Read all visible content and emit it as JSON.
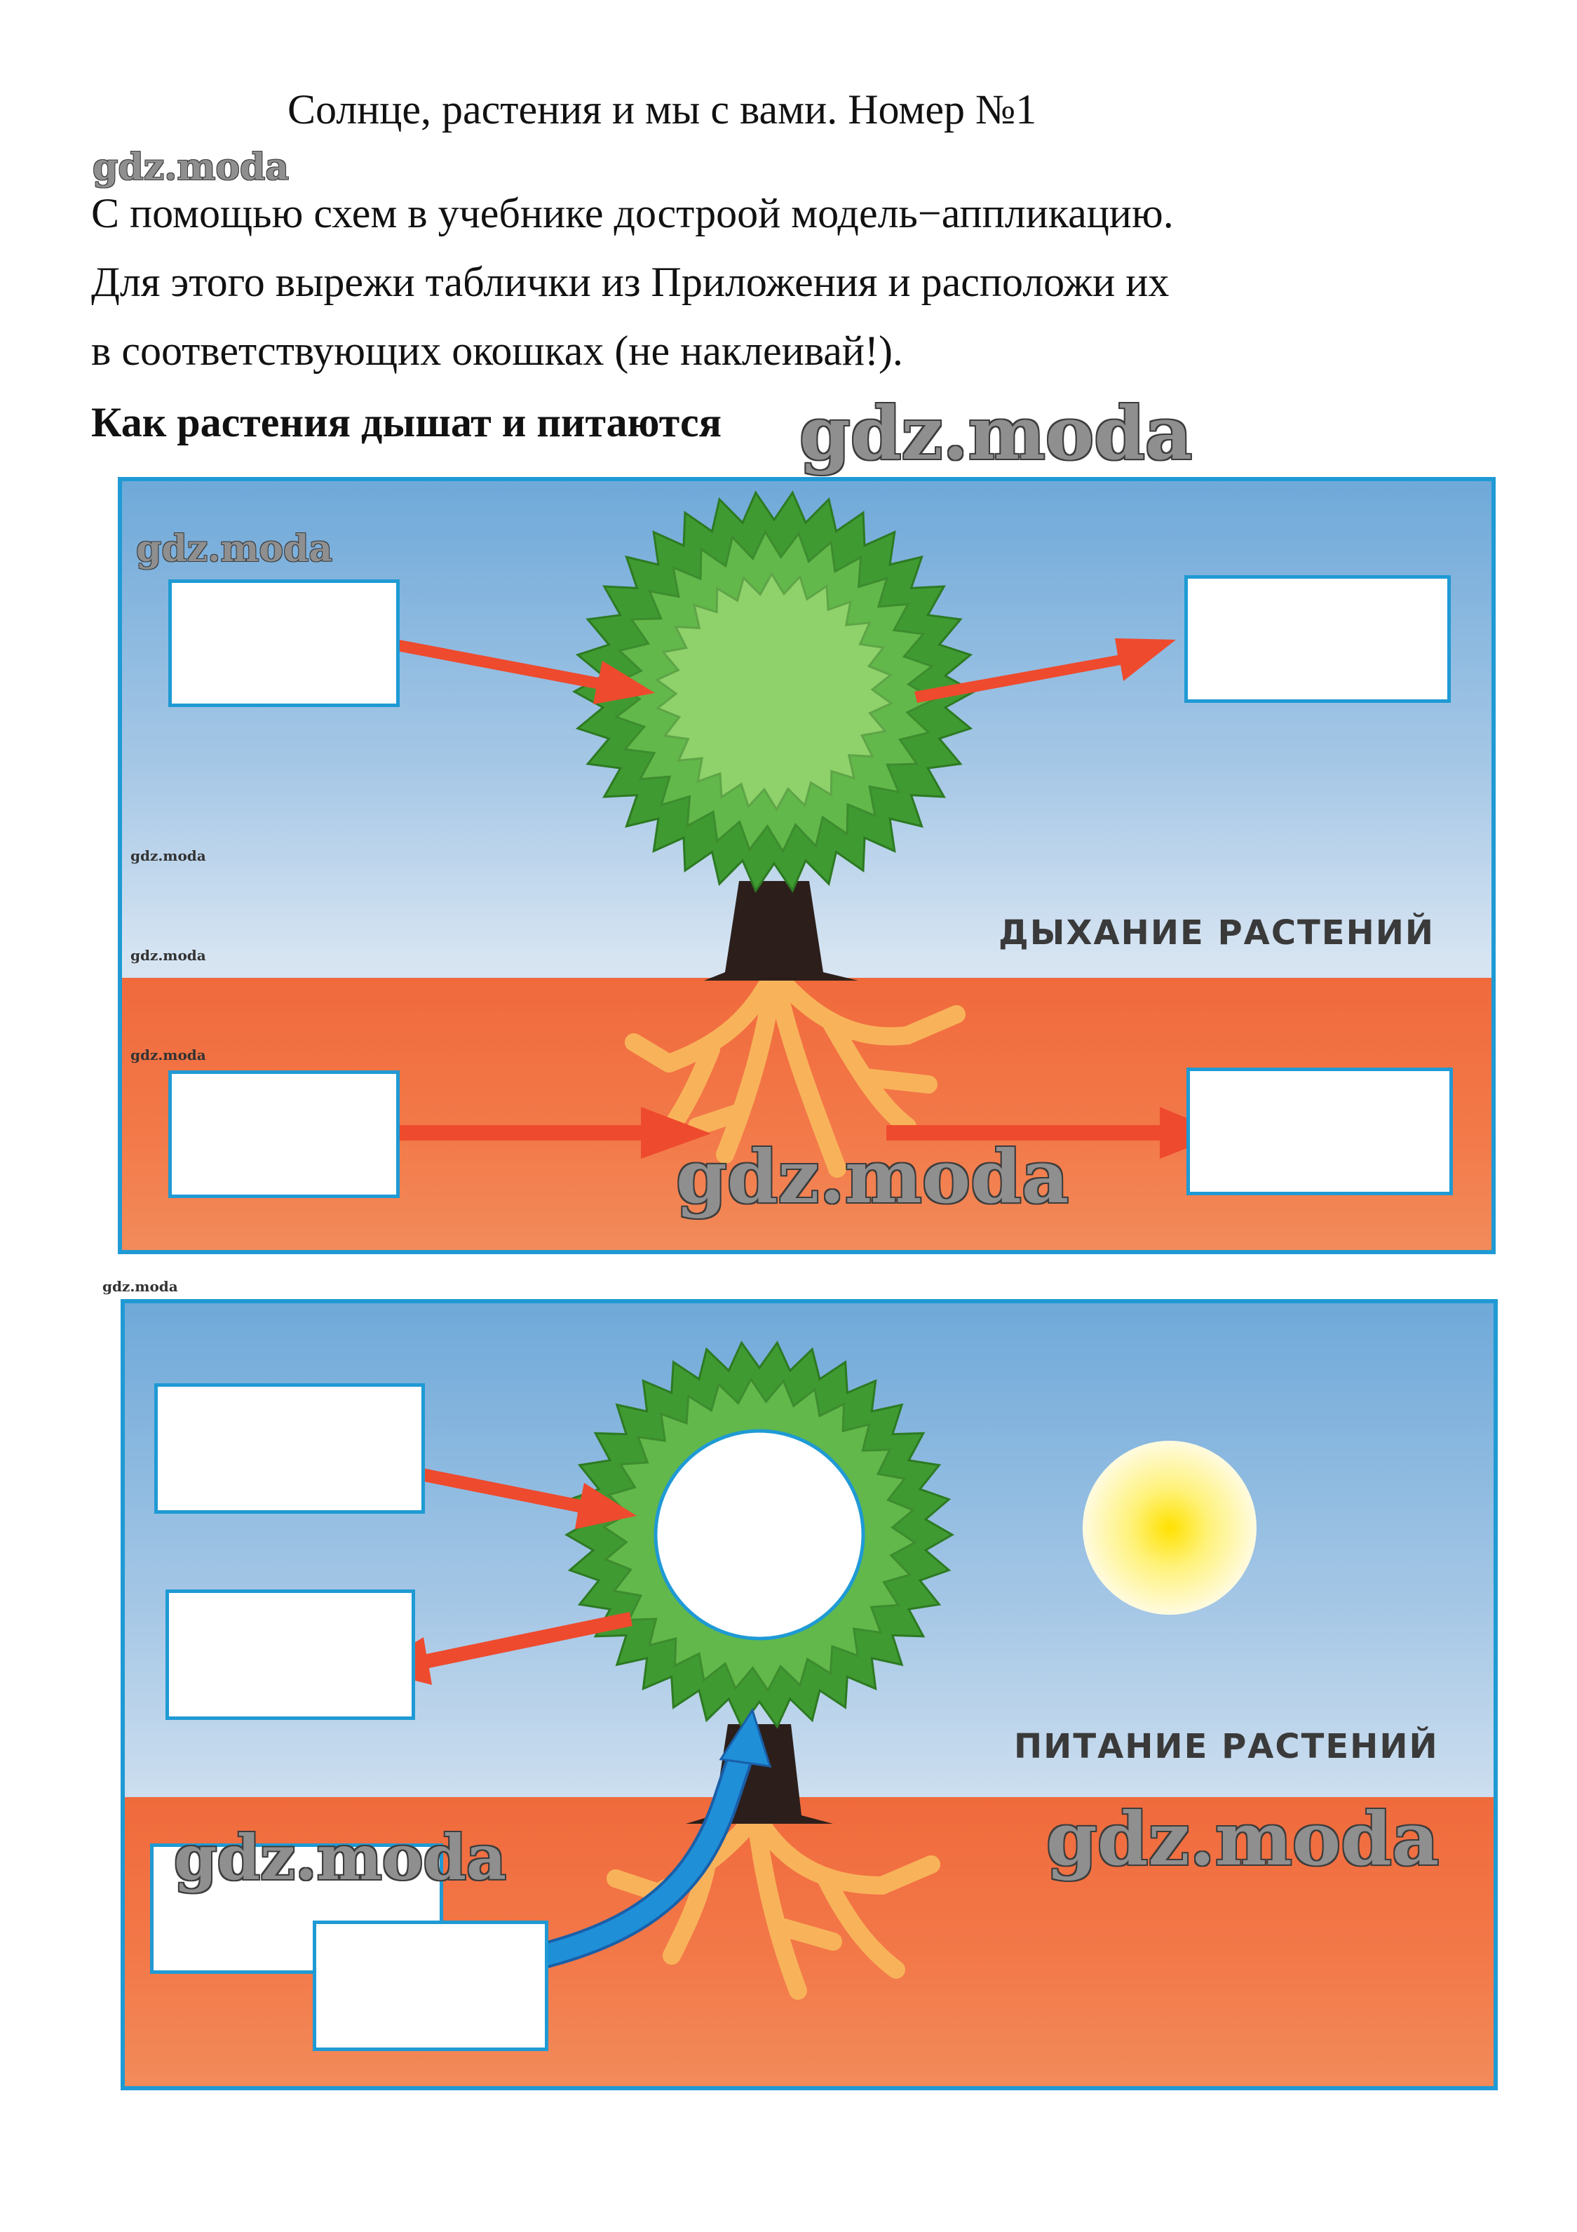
{
  "header": {
    "title": "Солнце, растения и мы с вами. Номер №1"
  },
  "instructions": [
    "С помощью схем в учебнике достроой модель−аппликацию.",
    "Для этого вырежи таблички из Приложения и расположи их",
    "в соответствующих окошках (не наклеивай!)."
  ],
  "section_heading": "Как растения дышат и питаются",
  "watermark": "gdz.moda",
  "diagrams": {
    "breathing": {
      "caption": "ДЫХАНИЕ  РАСТЕНИЙ"
    },
    "nutrition": {
      "caption": "ПИТАНИЕ  РАСТЕНИЙ"
    }
  },
  "colors": {
    "sky": "#a7c8e6",
    "soil": "#f06a3c",
    "frame": "#1f9ad4",
    "arrow_red": "#ee4a2e",
    "arrow_blue": "#1f8fd8",
    "crown_dark": "#3f9a32",
    "crown_light": "#8fd16a",
    "trunk": "#2c1f1b",
    "roots": "#f8b35a",
    "sun": "#ffe100"
  }
}
